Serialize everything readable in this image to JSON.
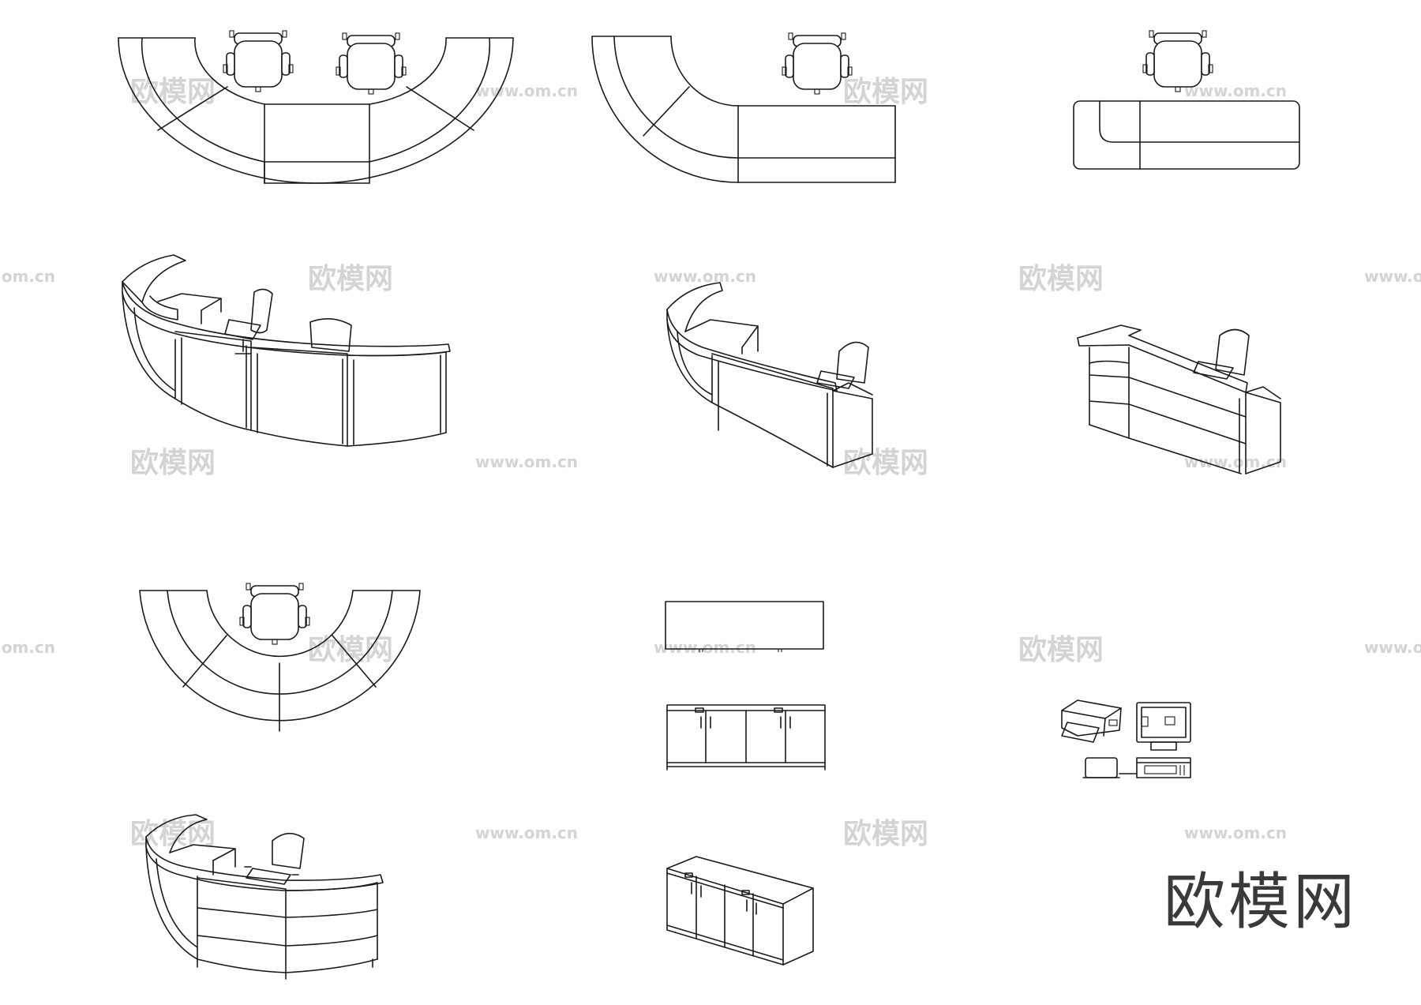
{
  "watermark": {
    "brand": "欧模网",
    "url": "www.om.cn"
  },
  "logo": {
    "text": "欧模网"
  },
  "drawings": [
    {
      "id": "plan-u-double",
      "view": "plan",
      "seats": 2
    },
    {
      "id": "plan-l-curve",
      "view": "plan",
      "seats": 1
    },
    {
      "id": "plan-straight",
      "view": "plan",
      "seats": 1
    },
    {
      "id": "iso-curved-double",
      "view": "isometric",
      "seats": 2
    },
    {
      "id": "iso-curved-single",
      "view": "isometric",
      "seats": 1
    },
    {
      "id": "iso-straight",
      "view": "isometric",
      "seats": 1
    },
    {
      "id": "plan-half-round",
      "view": "plan",
      "seats": 1
    },
    {
      "id": "cabinet-top",
      "view": "top"
    },
    {
      "id": "cabinet-front",
      "view": "elevation"
    },
    {
      "id": "office-equipment",
      "view": "plan",
      "items": [
        "printer",
        "monitor",
        "laptop",
        "scanner"
      ]
    },
    {
      "id": "iso-round-desk",
      "view": "isometric",
      "seats": 1
    },
    {
      "id": "cabinet-iso",
      "view": "isometric"
    }
  ]
}
